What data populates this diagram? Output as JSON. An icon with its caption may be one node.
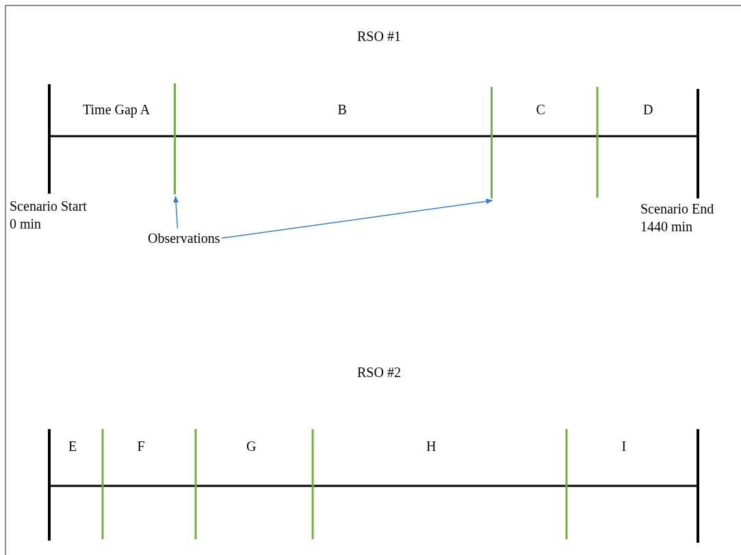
{
  "diagram": {
    "nodes": [
      {
        "text": [
          "Observations"
        ]
      },
      {
        "text": [],
        "shape": "bar"
      },
      {
        "text": [],
        "shape": "bar"
      }
    ],
    "edges": [
      {
        "from": 0,
        "to": 1,
        "arrow": "to"
      },
      {
        "from": 0,
        "to": 2,
        "arrow": "to"
      }
    ],
    "labels": [
      "RSO #1",
      "Time Gap A",
      "B",
      "C",
      "D",
      "Scenario Start 0 min",
      "Scenario End 1440 min",
      "RSO #2",
      "E",
      "F",
      "G",
      "H",
      "I"
    ]
  }
}
